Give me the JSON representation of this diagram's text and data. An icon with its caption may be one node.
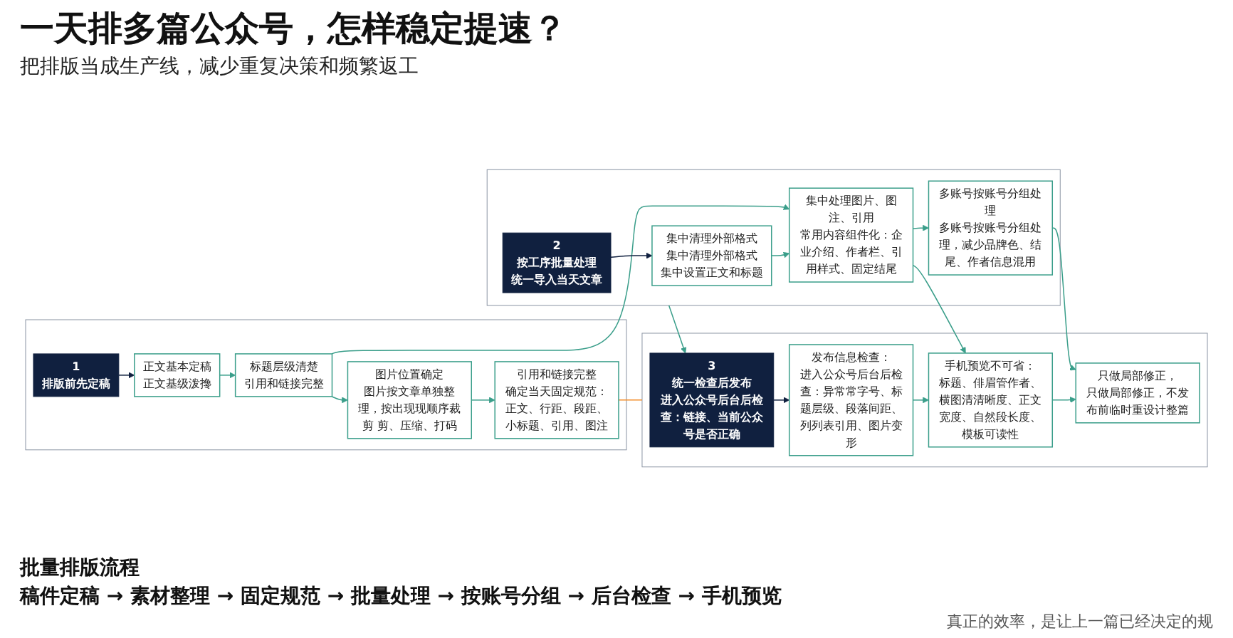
{
  "diagram": {
    "title": "一天排多篇公众号，怎样稳定提速？",
    "nodes": [
      {
        "text": [],
        "shape": "box"
      },
      {
        "text": [
          "1",
          "排版前先定稿"
        ],
        "in": 0
      },
      {
        "text": [
          "正文基本定稿",
          "正文基级泼搀"
        ],
        "in": 0
      },
      {
        "text": [
          "标题层级清楚",
          "引用和链接完整"
        ],
        "in": 0
      },
      {
        "text": [
          "图片位置确定",
          "图片按文章单独整理，按出现现顺序裁剪 剪、压缩、打码"
        ],
        "in": 0
      },
      {
        "text": [
          "引用和链接完整",
          "确定当天固定规范：正文、行距、段距、小标题、引用、图注"
        ],
        "in": 0
      },
      {
        "text": [],
        "shape": "box"
      },
      {
        "text": [
          "2",
          "按工序批量处理",
          "统一导入当天文章"
        ],
        "in": 6
      },
      {
        "text": [
          "集中清理外部格式",
          "集中清理外部格式",
          "集中设置正文和标题"
        ],
        "in": 6
      },
      {
        "text": [
          "集中处理图片、图注、引用",
          "常用内容组件化：企业介绍、作者栏、引用样式、固定结尾"
        ],
        "in": 6
      },
      {
        "text": [
          "多账号按账号分组处理",
          "多账号按账号分组处理，减少品牌色、结尾、作者信息混用"
        ],
        "in": 6
      },
      {
        "text": [],
        "shape": "box"
      },
      {
        "text": [
          "3",
          "统一检查后发布",
          "进入公众号后台后检查：链接、当前公众号是否正确"
        ],
        "in": 11
      },
      {
        "text": [
          "发布信息检查：",
          "进入公众号后台后检查：异常常字号、标题层级、段落间距、列列表引用、图片变形"
        ],
        "in": 11
      },
      {
        "text": [
          "手机预览不可省：",
          "标题、俳眉管作者、横图清清晰度、正文宽度、自然段长度、模板可读性"
        ],
        "in": 11
      },
      {
        "text": [
          "只做局部修正，",
          "只做局部修正，不发布前临时重设计整篇"
        ],
        "in": 11
      }
    ],
    "edges": [
      {
        "from": 1,
        "to": 2,
        "arrow": "to",
        "color": "#10203f"
      },
      {
        "from": 2,
        "to": 3,
        "arrow": "to"
      },
      {
        "from": 3,
        "to": 4,
        "arrow": "to"
      },
      {
        "from": 4,
        "to": 5,
        "arrow": "to"
      },
      {
        "from": 3,
        "to": 9,
        "arrow": "to"
      },
      {
        "from": 5,
        "to": 11,
        "arrow": "none",
        "color": "#f28c28"
      },
      {
        "from": 7,
        "to": 8,
        "arrow": "to",
        "color": "#10203f"
      },
      {
        "from": 8,
        "to": 9,
        "arrow": "to"
      },
      {
        "from": 9,
        "to": 10,
        "arrow": "to"
      },
      {
        "from": 6,
        "to": 12,
        "arrow": "to"
      },
      {
        "from": 10,
        "to": 15,
        "arrow": "to"
      },
      {
        "from": 9,
        "to": 14,
        "arrow": "to"
      },
      {
        "from": 12,
        "to": 13,
        "arrow": "to",
        "color": "#10203f"
      },
      {
        "from": 13,
        "to": 14,
        "arrow": "to"
      },
      {
        "from": 14,
        "to": 15,
        "arrow": "to"
      }
    ],
    "labels": [
      "把排版当成生产线，减少重复决策和频繁返工",
      "批量排版流程",
      "稿件定稿 → 素材整理 → 固定规范 → 批量处理 → 按账号分组 → 后台检查 → 手机预览",
      "真正的效率，是让上一篇已经决定的规"
    ]
  }
}
